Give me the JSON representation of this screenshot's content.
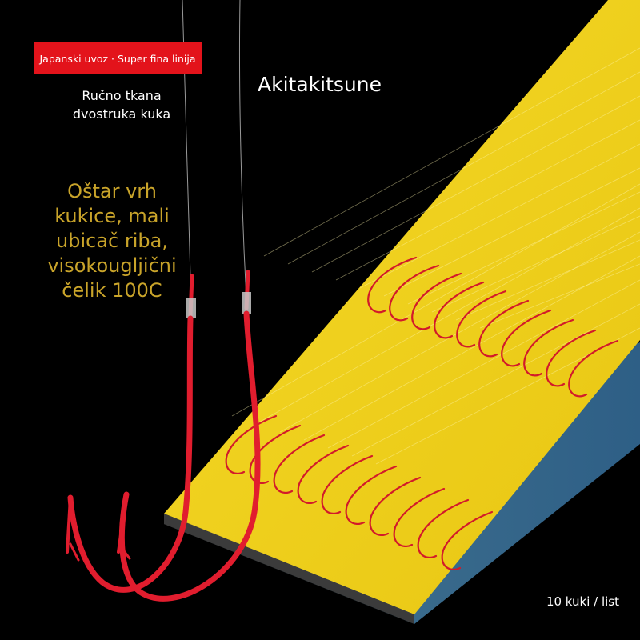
{
  "labels": {
    "badge": "Japanski uvoz · Super fina linija",
    "subtitle_line1": "Ručno tkana",
    "subtitle_line2": "dvostruka kuka",
    "brand": "Akitakitsune",
    "feature_line1": "Oštar vrh",
    "feature_line2": "kukice, mali",
    "feature_line3": "ubicač riba,",
    "feature_line4": "visokougljični",
    "feature_line5": "čelik 100C",
    "count": "10 kuki / list"
  },
  "colors": {
    "background": "#000000",
    "badge": "#e3131b",
    "board": "#f2d21a",
    "board_edge": "#3d6b8a",
    "hook": "#d8192a",
    "feature_text": "#c9a42a"
  },
  "icons": {
    "hook": "fishing-hook-icon"
  }
}
